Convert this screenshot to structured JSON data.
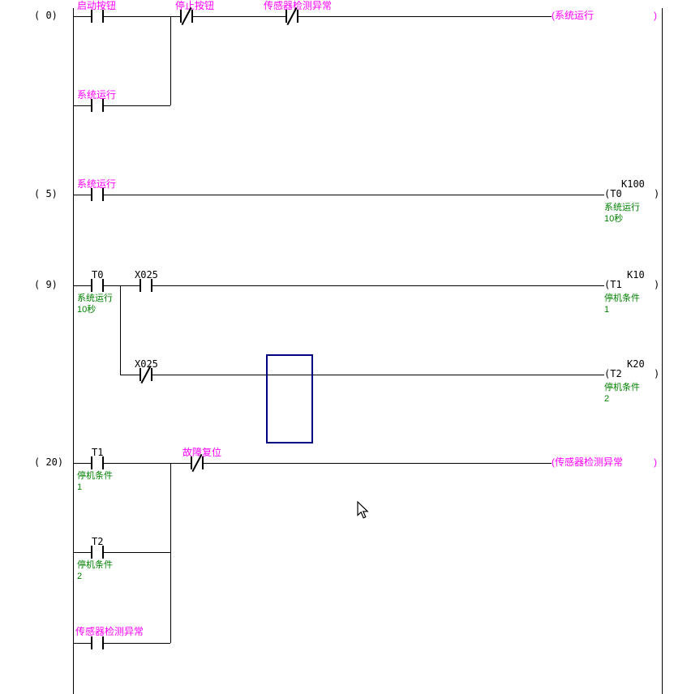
{
  "editor": {
    "background": "#ffffff",
    "line_color": "#000000",
    "label_color": "#ff00ff",
    "comment_color": "#008000",
    "selection_color": "#000080"
  },
  "rungs": [
    {
      "step": "(   0)",
      "start_label": "启动按钮",
      "stop_label": "停止按钮",
      "sensor_label": "传感器检测异常",
      "coil_name": "(系统运行",
      "coil_close": ")",
      "seal_label": "系统运行"
    },
    {
      "step": "(   5)",
      "contact_label": "系统运行",
      "k_value": "K100",
      "coil_name": "(T0",
      "coil_close": ")",
      "coil_comment_line1": "系统运行",
      "coil_comment_line2": "10秒"
    },
    {
      "step": "(   9)",
      "t0_name": "T0",
      "t0_comment_line1": "系统运行",
      "t0_comment_line2": "10秒",
      "x025_name": "X025",
      "t1_k": "K10",
      "t1_coil": "(T1",
      "t1_close": ")",
      "t1_comment_line1": "停机条件",
      "t1_comment_line2": "1",
      "branch_x025_name": "X025",
      "t2_k": "K20",
      "t2_coil": "(T2",
      "t2_close": ")",
      "t2_comment_line1": "停机条件",
      "t2_comment_line2": "2"
    },
    {
      "step": "(  20)",
      "t1_name": "T1",
      "t1_comment_line1": "停机条件",
      "t1_comment_line2": "1",
      "reset_label": "故障复位",
      "coil_name": "(传感器检测异常",
      "coil_close": ")",
      "t2_name": "T2",
      "t2_comment_line1": "停机条件",
      "t2_comment_line2": "2",
      "seal_label": "传感器检测异常"
    }
  ]
}
